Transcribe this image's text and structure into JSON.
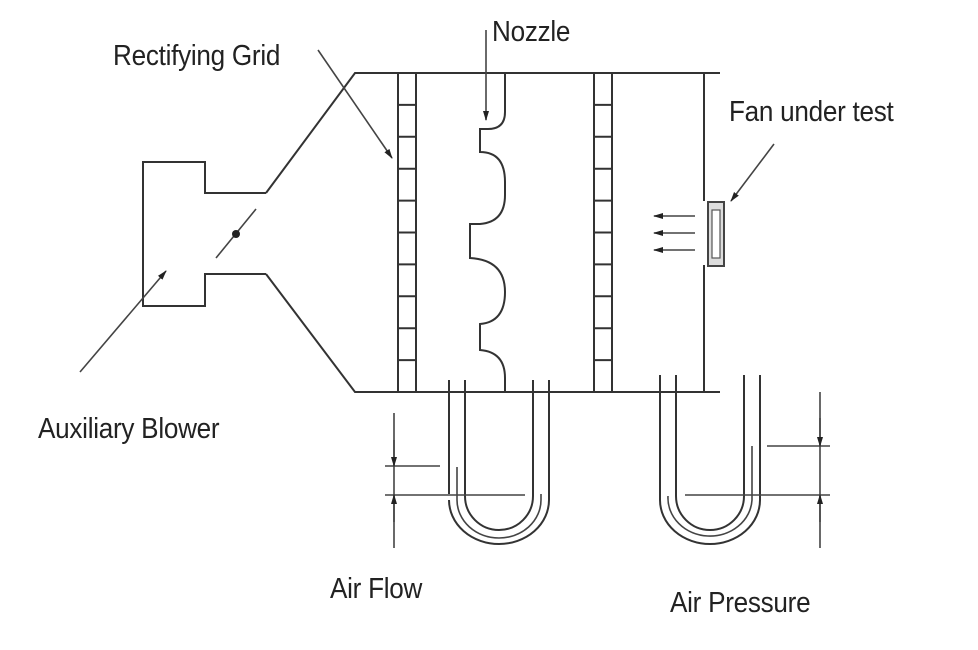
{
  "diagram": {
    "title": "Fan test apparatus",
    "labels": {
      "rectifying_grid": "Rectifying Grid",
      "nozzle": "Nozzle",
      "fan_under_test": "Fan under test",
      "auxiliary_blower": "Auxiliary Blower",
      "air_flow": "Air Flow",
      "air_pressure": "Air Pressure"
    },
    "components": [
      "auxiliary-blower",
      "damper",
      "rectifying-grid-left",
      "nozzle",
      "rectifying-grid-right",
      "fan-under-test",
      "airflow-manometer",
      "pressure-manometer"
    ],
    "line_color": "#333333",
    "background": "#ffffff"
  }
}
